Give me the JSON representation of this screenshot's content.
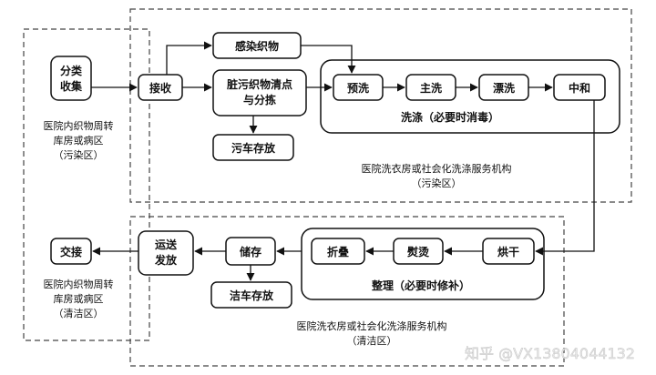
{
  "nodes": {
    "sort_collect": [
      "分类",
      "收集"
    ],
    "receive": "接收",
    "infected_fabric": "感染织物",
    "dirty_sort": [
      "脏污织物清点",
      "与分拣"
    ],
    "dirty_cart": "污车存放",
    "prewash": "预洗",
    "mainwash": "主洗",
    "rinse": "漂洗",
    "neutralize": "中和",
    "wash_group_label": "洗涤（必要时消毒）",
    "dry": "烘干",
    "iron": "熨烫",
    "fold": "折叠",
    "finish_group_label": "整理（必要时修补）",
    "store": "储存",
    "clean_cart": "洁车存放",
    "transport": [
      "运送",
      "发放"
    ],
    "handover": "交接"
  },
  "regions": {
    "hospital_dirty": [
      "医院内织物周转",
      "库房或病区",
      "（污染区）"
    ],
    "laundry_dirty": [
      "医院洗衣房或社会化洗涤服务机构",
      "（污染区）"
    ],
    "hospital_clean": [
      "医院内织物周转",
      "库房或病区",
      "（清洁区）"
    ],
    "laundry_clean": [
      "医院洗衣房或社会化洗涤服务机构",
      "（清洁区）"
    ]
  },
  "watermark": "知乎 @VX13804044132"
}
